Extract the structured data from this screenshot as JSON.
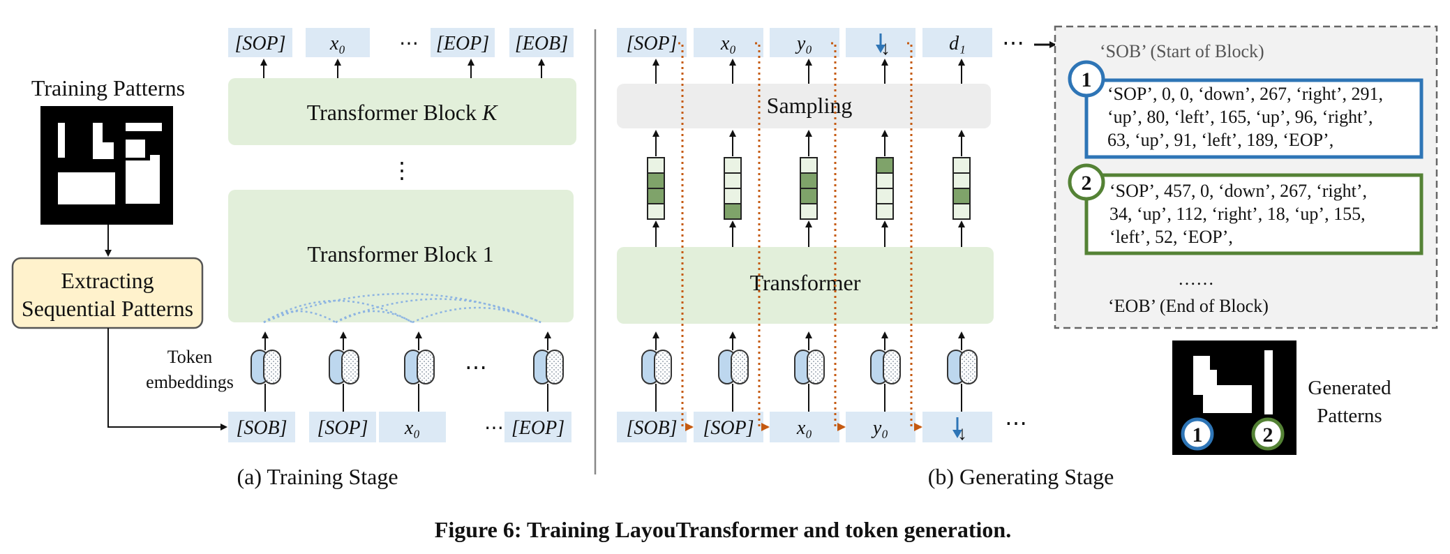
{
  "left": {
    "training_patterns_label": "Training Patterns",
    "extract_label_line1": "Extracting",
    "extract_label_line2": "Sequential Patterns",
    "token_embeddings_line1": "Token",
    "token_embeddings_line2": "embeddings"
  },
  "training": {
    "top_tokens": [
      "[SOP]",
      "x₀",
      "⋯",
      "[EOP]",
      "[EOB]"
    ],
    "block_k_label": "Transformer Block K",
    "vdots": "⋮",
    "block_1_label": "Transformer Block 1",
    "ellipsis": "⋯",
    "bottom_tokens": [
      "[SOB]",
      "[SOP]",
      "x₀",
      "⋯",
      "[EOP]"
    ],
    "caption": "(a) Training Stage"
  },
  "generating": {
    "top_tokens": [
      "[SOP]",
      "x₀",
      "y₀",
      "↓",
      "d₁"
    ],
    "top_ellipsis": "⋯",
    "sampling_label": "Sampling",
    "transformer_label": "Transformer",
    "bottom_tokens": [
      "[SOB]",
      "[SOP]",
      "x₀",
      "y₀",
      "↓"
    ],
    "bottom_ellipsis": "⋯",
    "caption": "(b) Generating Stage",
    "prob_bars": [
      [
        1,
        2
      ],
      [
        3
      ],
      [
        1,
        2
      ],
      [
        0
      ],
      [
        2
      ]
    ]
  },
  "output": {
    "sob_label": "‘SOB’ (Start of Block)",
    "seq1_num": "1",
    "seq1_lines": [
      "‘SOP’, 0, 0, ‘down’, 267, ‘right’, 291,",
      "‘up’, 80, ‘left’, 165, ‘up’, 96, ‘right’,",
      "63, ‘up’, 91, ‘left’, 189, ‘EOP’,"
    ],
    "seq2_num": "2",
    "seq2_lines": [
      "‘SOP’, 457, 0, ‘down’, 267, ‘right’,",
      "34, ‘up’, 112, ‘right’, 18, ‘up’, 155,",
      "‘left’, 52, ‘EOP’,"
    ],
    "dots": "……",
    "eob_label": "‘EOB’ (End of Block)",
    "generated_label_line1": "Generated",
    "generated_label_line2": "Patterns",
    "gen_num1": "1",
    "gen_num2": "2"
  },
  "figure_caption": "Figure 6: Training LayouTransformer and token generation.",
  "colors": {
    "token_bg": "#dce9f5",
    "block_bg": "#e2efda",
    "sampling_bg": "#ededed",
    "extract_bg": "#fff2cc",
    "seq1_border": "#2e75b6",
    "seq2_border": "#548235",
    "arrow_orange": "#c55a11",
    "down_arrow_blue": "#2e75b6",
    "prob_fill": "#7fa36a",
    "prob_empty": "#eaf3e4"
  }
}
